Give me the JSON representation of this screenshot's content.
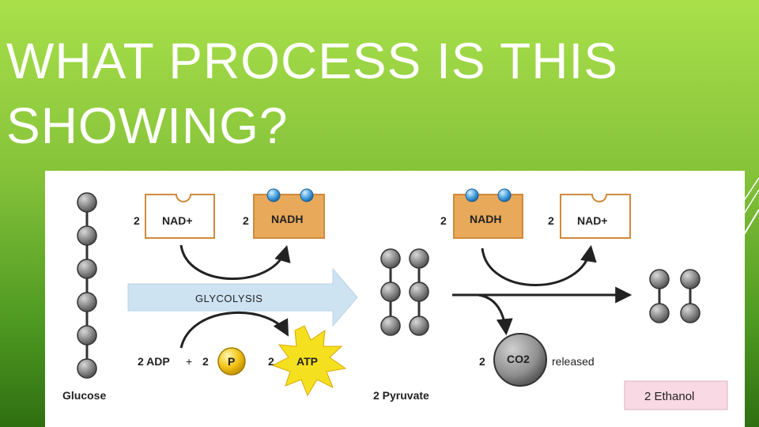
{
  "title": {
    "line1": "WHAT PROCESS IS THIS",
    "line2": "SHOWING?"
  },
  "diagram": {
    "glucose_label": "Glucose",
    "pyruvate_label": "2 Pyruvate",
    "ethanol_label": "2 Ethanol",
    "glycolysis_label": "GLYCOLYSIS",
    "nad_in": {
      "coefficient": "2",
      "label": "NAD+"
    },
    "nadh_out": {
      "coefficient": "2",
      "label": "NADH"
    },
    "nadh_in": {
      "coefficient": "2",
      "label": "NADH"
    },
    "nad_out": {
      "coefficient": "2",
      "label": "NAD+"
    },
    "adp": "2 ADP",
    "plus": "+",
    "p_coefficient": "2",
    "p_label": "P",
    "atp_coefficient": "2",
    "atp_label": "ATP",
    "co2_coefficient": "2",
    "co2_label": "CO2",
    "co2_released": "released",
    "colors": {
      "background_top": "#a9e04a",
      "background_bottom": "#2f6f12",
      "nad_box_fill": "#ffffff",
      "nadh_box_fill": "#e8a95a",
      "box_stroke": "#d08a3a",
      "electron": "#4aa3e0",
      "glycolysis_arrow": "#cde3f2",
      "atp_burst": "#f5e020",
      "phosphate": "#f2c518",
      "ethanol_box": "#f9d9e3",
      "molecule": "#8a8a8a"
    }
  }
}
